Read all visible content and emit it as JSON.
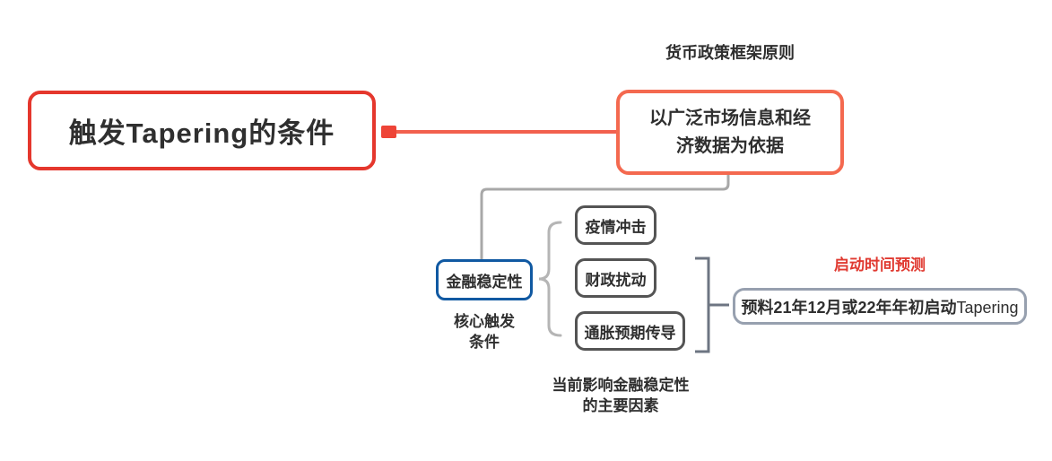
{
  "diagram": {
    "root": {
      "label": "触发Tapering的条件"
    },
    "policy": {
      "title": "货币政策框架原则",
      "line1": "以广泛市场信息和经",
      "line2": "济数据为依据"
    },
    "stability": {
      "label": "金融稳定性",
      "caption_line1": "核心触发",
      "caption_line2": "条件"
    },
    "factors": [
      {
        "label": "疫情冲击"
      },
      {
        "label": "财政扰动"
      },
      {
        "label": "通胀预期传导"
      }
    ],
    "factors_caption": {
      "line1": "当前影响金融稳定性",
      "line2": "的主要因素"
    },
    "prediction": {
      "title": "启动时间预测",
      "text_bold": "预料21年12月或22年年初启动",
      "text_regular": "Tapering"
    },
    "colors": {
      "root_border": "#e5372d",
      "branch_salmon": "#f4694f",
      "branch_line": "#f2604e",
      "connector_gray": "#a8a8a8",
      "stability_border": "#1059a2",
      "factor_border": "#545454",
      "brace_gray": "#b5b5b5",
      "bracket_gray": "#6d7582",
      "prediction_border": "#97a0af",
      "prediction_title_red": "#e03a31",
      "text": "#2f2f2f"
    }
  }
}
